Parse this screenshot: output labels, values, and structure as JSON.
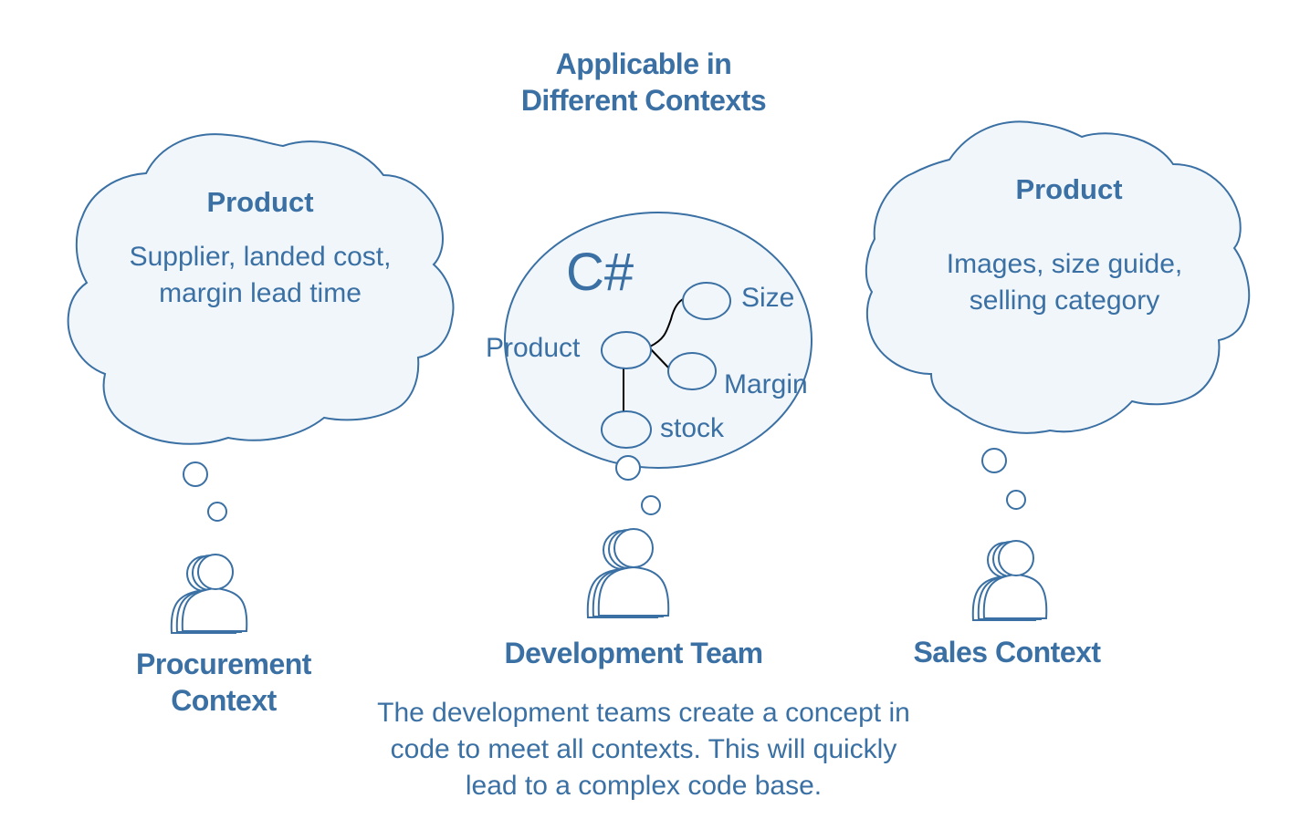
{
  "title": {
    "line1": "Applicable in",
    "line2": "Different Contexts"
  },
  "procurement": {
    "cloud_heading": "Product",
    "cloud_line1": "Supplier, landed cost,",
    "cloud_line2": "margin lead time",
    "label_line1": "Procurement",
    "label_line2": "Context"
  },
  "development": {
    "language": "C#",
    "node_product": "Product",
    "node_size": "Size",
    "node_margin": "Margin",
    "node_stock": "stock",
    "label": "Development Team"
  },
  "sales": {
    "cloud_heading": "Product",
    "cloud_line1": "Images, size guide,",
    "cloud_line2": "selling category",
    "label": "Sales Context"
  },
  "caption": {
    "line1": "The development teams create a concept in",
    "line2": "code to meet all contexts. This will quickly",
    "line3": "lead to a complex code base."
  },
  "colors": {
    "primary": "#3a70a3",
    "fill": "#f1f6fb",
    "connector": "#000000"
  }
}
